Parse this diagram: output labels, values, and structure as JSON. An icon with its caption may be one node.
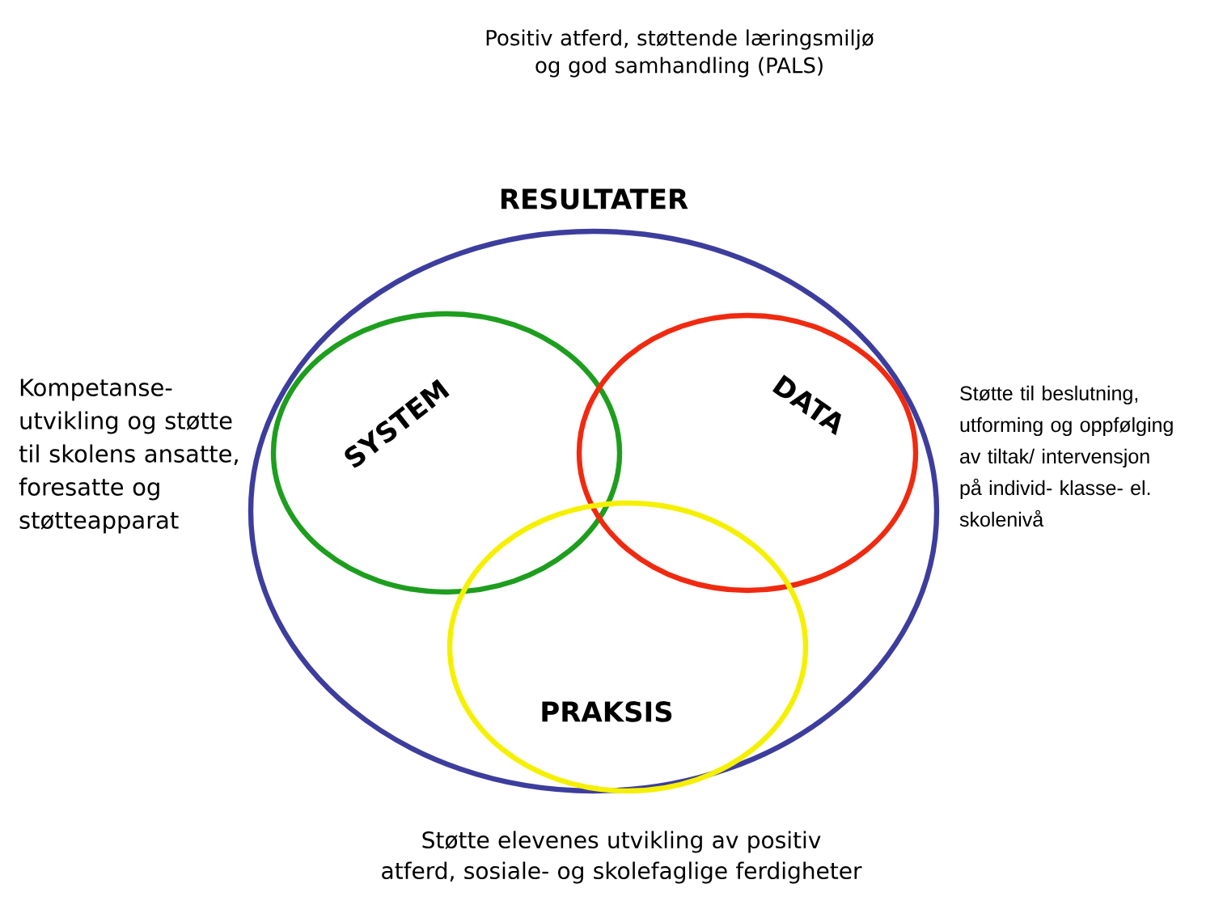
{
  "diagram": {
    "title": "Positiv atferd, støttende læringsmiljø og god samhandling (PALS)",
    "nodes": [
      {
        "text": [
          "RESULTATER"
        ]
      },
      {
        "text": [
          "SYSTEM"
        ],
        "in": 0
      },
      {
        "text": [
          "DATA"
        ],
        "in": 0
      },
      {
        "text": [
          "PRAKSIS"
        ],
        "in": 0
      }
    ],
    "labels": [
      "Kompetanse-utvikling og støtte til skolens ansatte, foresatte og støtteapparat",
      "Støtte til beslutning, utforming og oppfølging av tiltak/ intervensjon på individ- klasse- el. skolenivå",
      "Støtte elevenes utvikling av positiv atferd, sosiale- og skolefaglige ferdigheter"
    ]
  }
}
